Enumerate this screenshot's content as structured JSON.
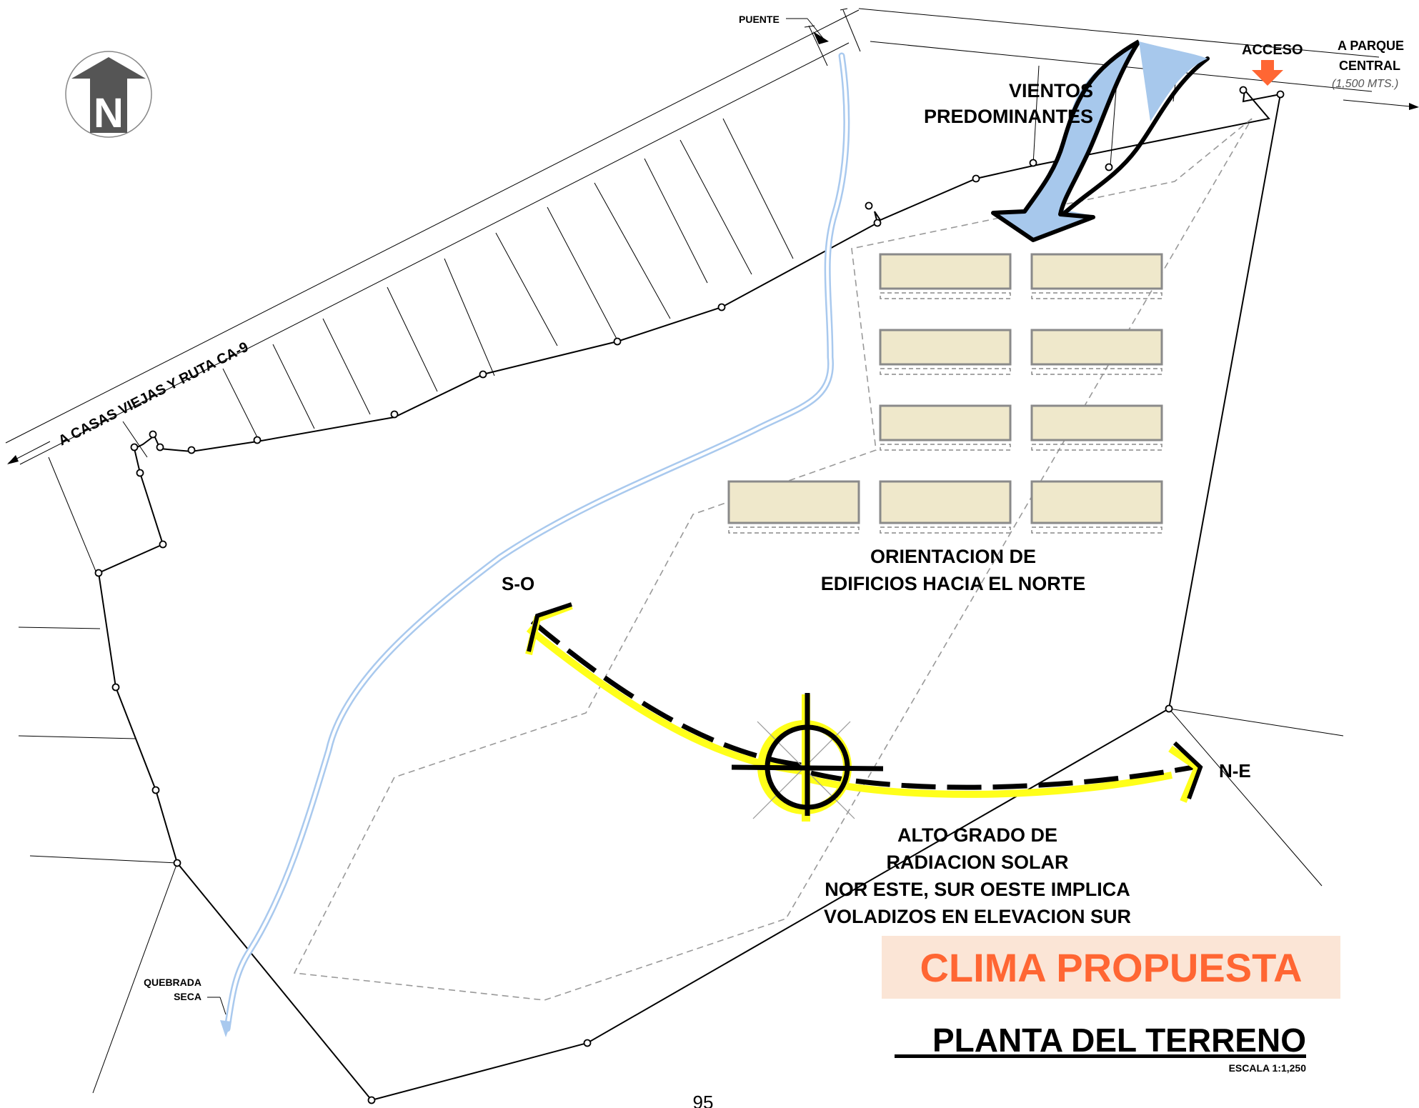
{
  "labels": {
    "puente": "PUENTE",
    "acceso": "ACCESO",
    "a_parque_1": "A PARQUE",
    "a_parque_2": "CENTRAL",
    "distance": "(1,500 MTS.)",
    "road_west": "A CASAS VIEJAS Y RUTA CA-9",
    "north_letter": "N",
    "vientos_1": "VIENTOS",
    "vientos_2": "PREDOMINANTES",
    "orient_1": "ORIENTACION DE",
    "orient_2": "EDIFICIOS HACIA EL NORTE",
    "so": "S-O",
    "ne": "N-E",
    "solar_1": "ALTO GRADO DE",
    "solar_2": "RADIACION SOLAR",
    "solar_3": "NOR ESTE, SUR OESTE IMPLICA",
    "solar_4": "VOLADIZOS EN ELEVACION SUR",
    "quebrada_1": "QUEBRADA",
    "quebrada_2": "SECA"
  },
  "title": {
    "clima": "CLIMA PROPUESTA",
    "planta": "PLANTA DEL TERRENO",
    "escala": "ESCALA 1:1,250"
  },
  "page_number": "95",
  "colors": {
    "accent_orange": "#ff6633",
    "title_bg": "#fbe5d6",
    "wind_blue": "#a7c8ec",
    "river_blue": "#a9c9ee",
    "sun_yellow": "#ffff1a",
    "building_fill": "#efe8cb"
  },
  "icons": {
    "north": "north-arrow-icon",
    "access": "access-arrow-icon",
    "wind": "wind-arrow-icon",
    "sun": "sun-symbol-icon"
  }
}
